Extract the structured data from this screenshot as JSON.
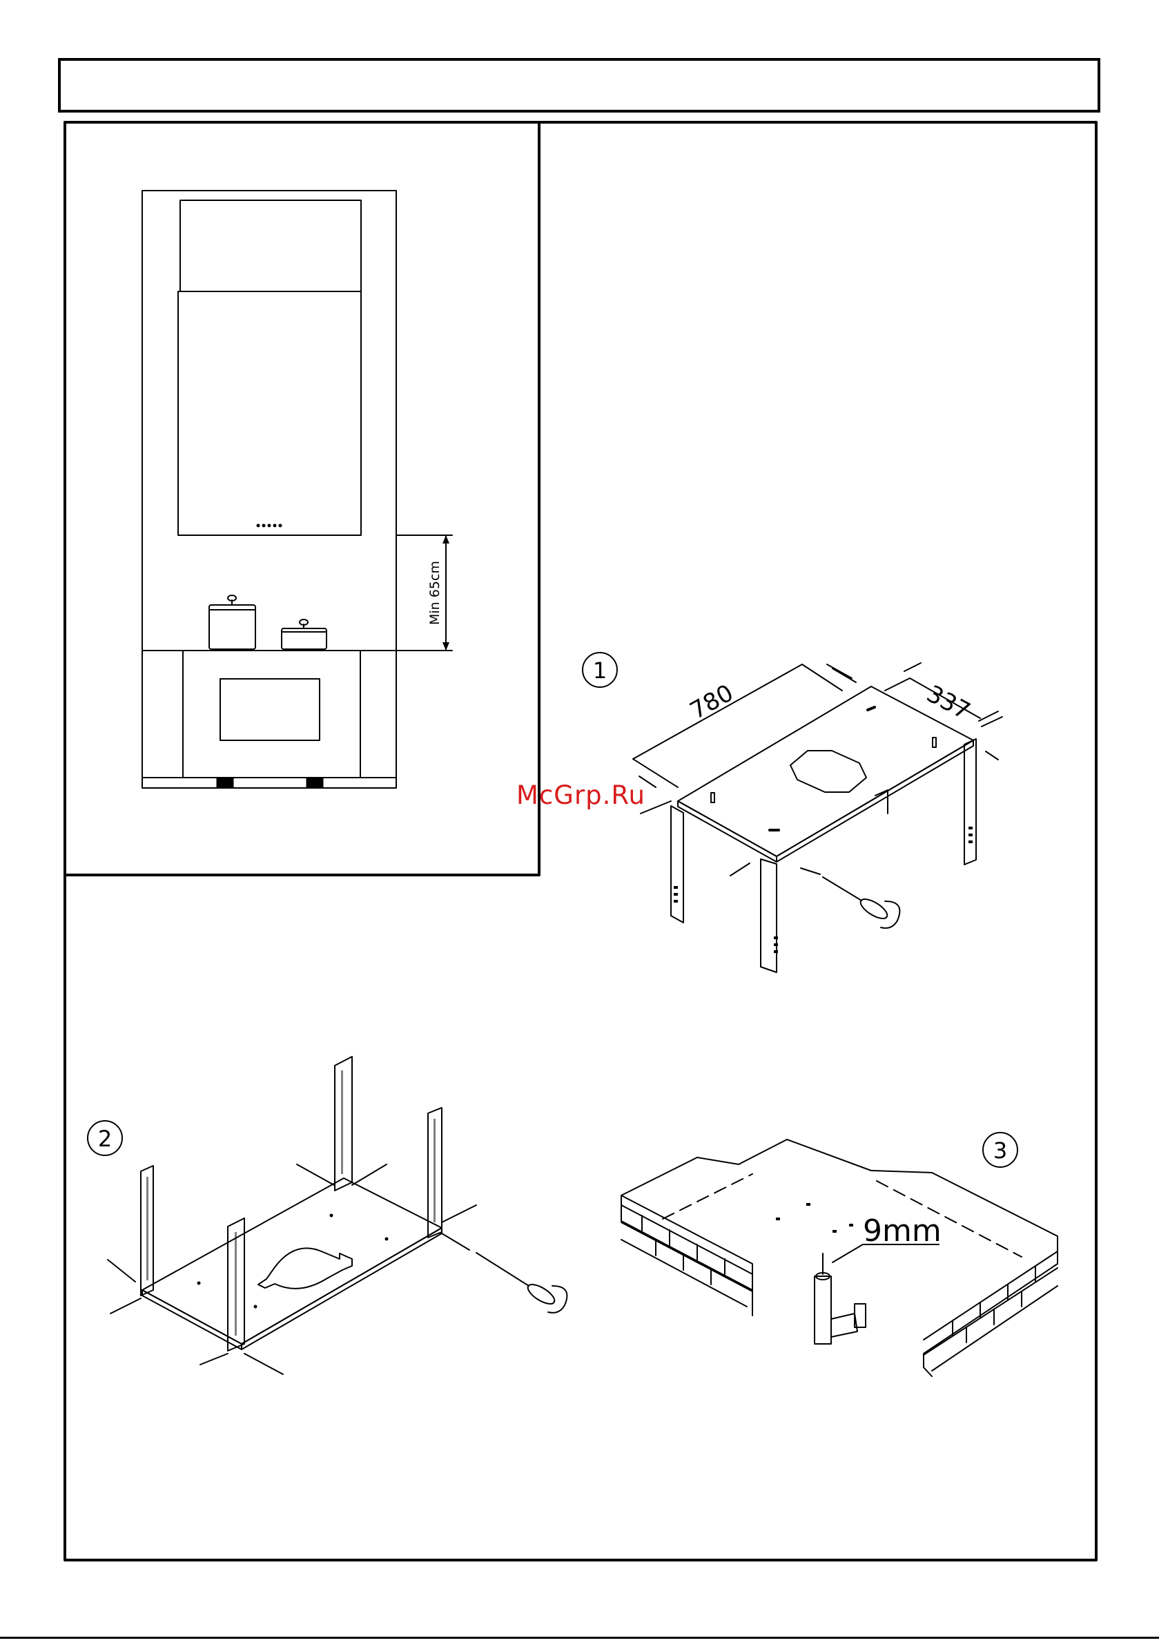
{
  "header": {
    "title": ""
  },
  "watermark": {
    "text": "McGrp.Ru"
  },
  "figure_elevation": {
    "min_label": "Min 65cm"
  },
  "step_1": {
    "number": "1",
    "dim_length": "780",
    "dim_width": "337"
  },
  "step_2": {
    "number": "2"
  },
  "step_3": {
    "number": "3",
    "drill_label": "9mm"
  },
  "colors": {
    "line": "#000000",
    "watermark": "#d81b1b",
    "background": "#ffffff"
  }
}
